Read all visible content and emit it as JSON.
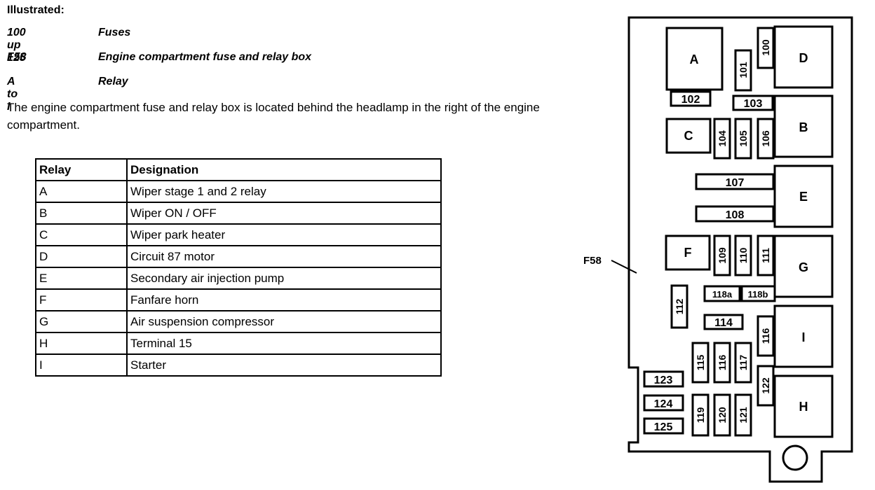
{
  "heading": "Illustrated:",
  "legend": [
    {
      "term": "100 up 125",
      "desc": "Fuses"
    },
    {
      "term": "F58",
      "desc": "Engine compartment fuse and relay box"
    },
    {
      "term": "A to I",
      "desc": "Relay"
    }
  ],
  "location_text": "The engine compartment fuse and relay box is located behind the headlamp in the right of the engine compartment.",
  "table": {
    "headers": [
      "Relay",
      "Designation"
    ],
    "rows": [
      [
        "A",
        "Wiper stage 1 and 2 relay"
      ],
      [
        "B",
        "Wiper ON / OFF"
      ],
      [
        "C",
        "Wiper park heater"
      ],
      [
        "D",
        "Circuit 87 motor"
      ],
      [
        "E",
        "Secondary air injection pump"
      ],
      [
        "F",
        "Fanfare horn"
      ],
      [
        "G",
        "Air suspension compressor"
      ],
      [
        "H",
        "Terminal 15"
      ],
      [
        "I",
        "Starter"
      ]
    ]
  },
  "diagram": {
    "callout": "F58",
    "relays": [
      "A",
      "B",
      "C",
      "D",
      "E",
      "F",
      "G",
      "H",
      "I"
    ],
    "fuses": [
      "100",
      "101",
      "102",
      "103",
      "104",
      "105",
      "106",
      "107",
      "108",
      "109",
      "110",
      "111",
      "118a",
      "118b",
      "112",
      "114",
      "116",
      "115",
      "116",
      "117",
      "122",
      "123",
      "124",
      "125",
      "119",
      "120",
      "121"
    ]
  }
}
